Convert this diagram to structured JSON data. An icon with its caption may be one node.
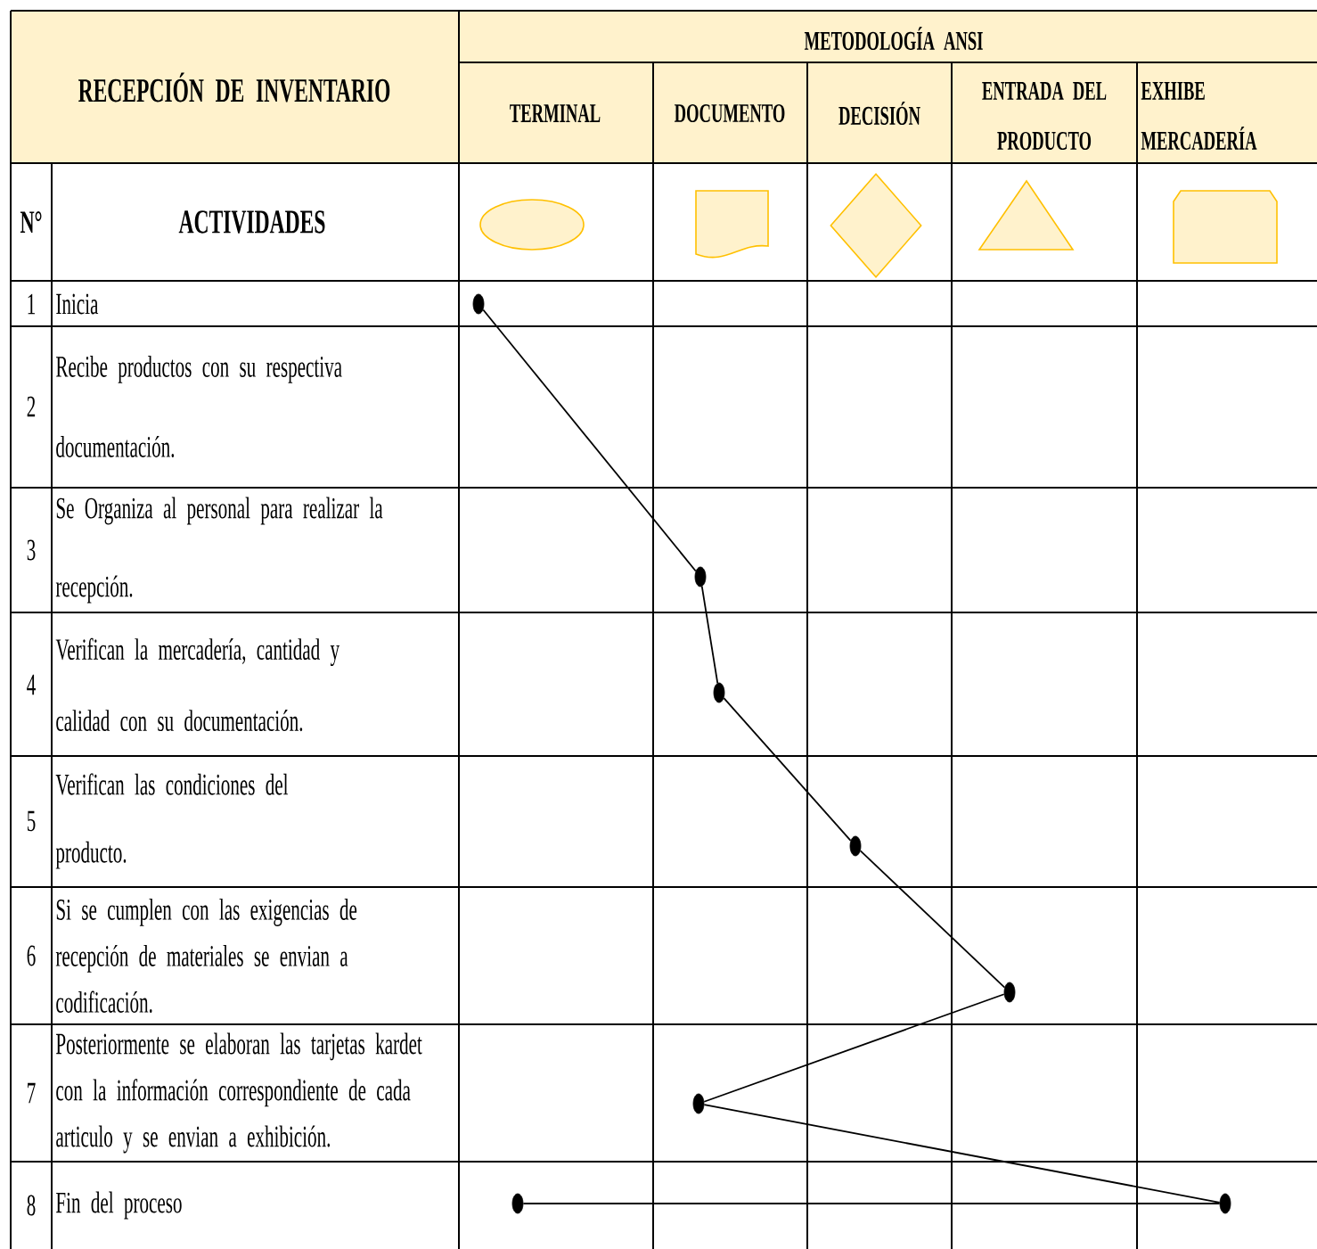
{
  "diagram": {
    "nodes": [
      {
        "text": [],
        "shape": "ellipse"
      },
      {
        "text": [],
        "shape": "document"
      },
      {
        "text": [],
        "shape": "diamond"
      },
      {
        "text": [],
        "shape": "triangle"
      },
      {
        "text": [],
        "shape": "box"
      },
      {
        "text": [],
        "shape": "circle"
      },
      {
        "text": [],
        "shape": "circle"
      },
      {
        "text": [],
        "shape": "circle"
      },
      {
        "text": [],
        "shape": "circle"
      },
      {
        "text": [],
        "shape": "circle"
      },
      {
        "text": [],
        "shape": "circle"
      },
      {
        "text": [],
        "shape": "circle"
      },
      {
        "text": [],
        "shape": "circle"
      }
    ],
    "edges": [
      {
        "from": 5,
        "to": 6,
        "arrow": "none"
      },
      {
        "from": 6,
        "to": 7,
        "arrow": "none"
      },
      {
        "from": 7,
        "to": 8,
        "arrow": "none"
      },
      {
        "from": 8,
        "to": 9,
        "arrow": "none"
      },
      {
        "from": 9,
        "to": 10,
        "arrow": "none"
      },
      {
        "from": 10,
        "to": 11,
        "arrow": "none"
      },
      {
        "from": 11,
        "to": 12,
        "arrow": "none"
      }
    ],
    "labels": [
      "RECEPCIÓN DE INVENTARIO",
      "METODOLOGÍA ANSI",
      "TERMINAL",
      "DOCUMENTO",
      "DECISIÓN",
      "ENTRADA DEL PRODUCTO",
      "EXHIBE MERCADERÍA",
      "N°",
      "ACTIVIDADES",
      "1",
      "Inicia",
      "2",
      "Recibe productos con su respectiva documentación.",
      "3",
      "Se Organiza al personal para realizar la recepción.",
      "4",
      "Verifican la mercadería, cantidad y calidad con su documentación.",
      "5",
      "Verifican las condiciones del producto.",
      "6",
      "Si se cumplen con las exigencias de recepción de materiales se envian a codificación.",
      "7",
      "Posteriormente se elaboran las tarjetas kardet con la información correspondiente de cada articulo y se envian a exhibición.",
      "8",
      "Fin del proceso"
    ]
  }
}
